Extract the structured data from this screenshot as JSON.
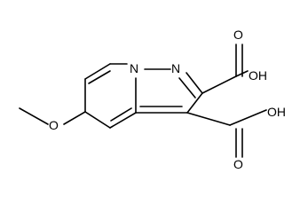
{
  "structure": {
    "atoms": {
      "n_bridgehead": "N",
      "n_pyrazole": "N",
      "o_methoxy": "O",
      "o_upper_carbonyl": "O",
      "o_upper_hydroxyl": "OH",
      "o_lower_carbonyl": "O",
      "o_lower_hydroxyl": "OH"
    }
  }
}
